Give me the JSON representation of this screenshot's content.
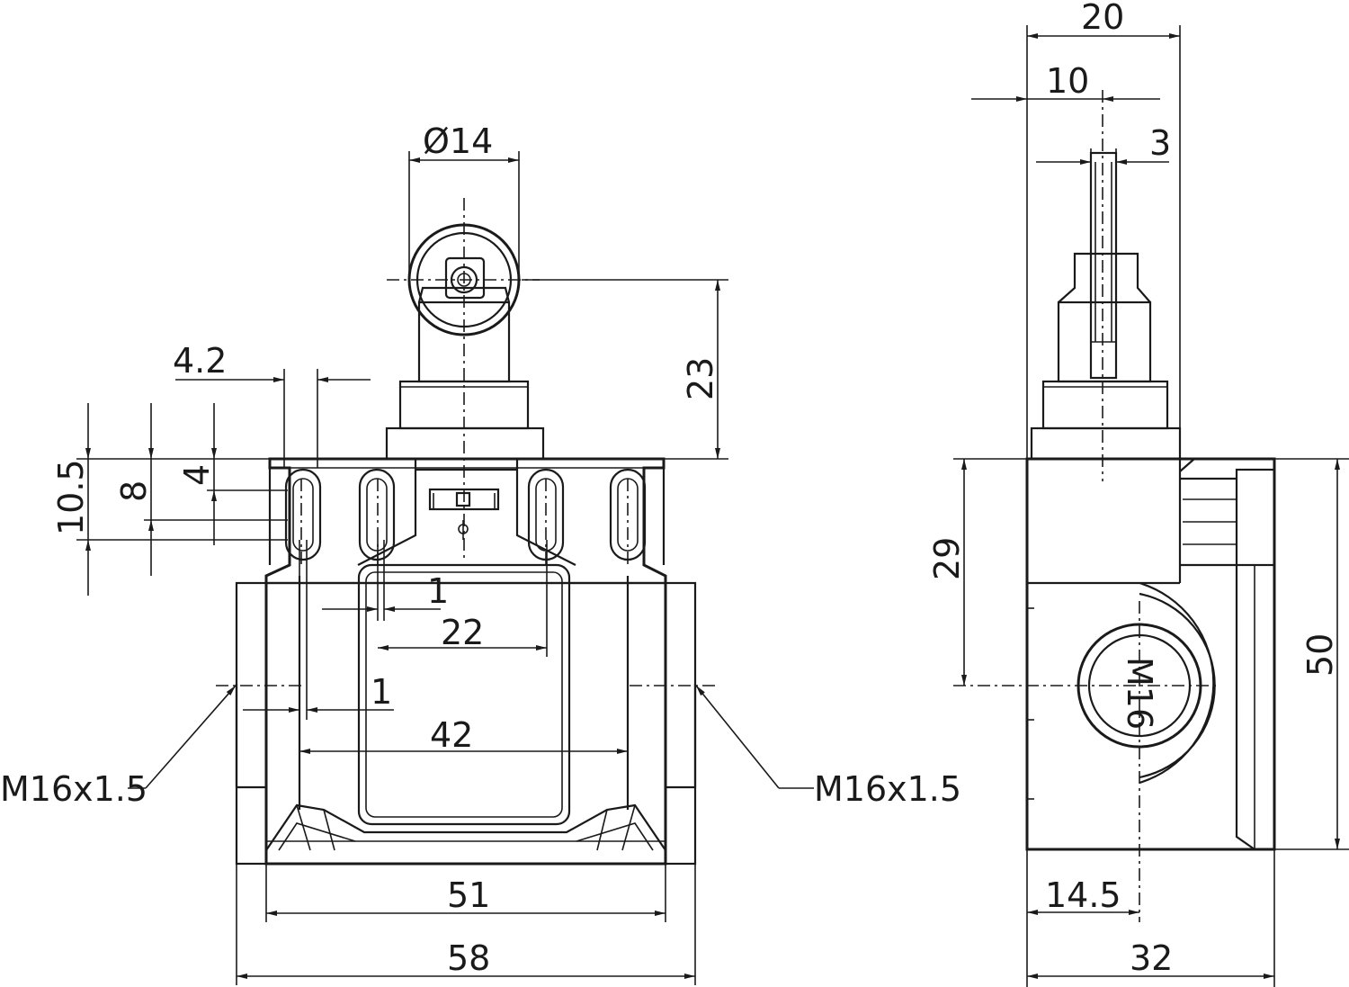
{
  "front_view": {
    "dim_roller_diameter": "Ø14",
    "dim_roller_height": "23",
    "dim_slot_width": "4.2",
    "dim_slot_total": "10.5",
    "dim_slot_mid": "8",
    "dim_slot_small": "4",
    "dim_offset_upper": "1",
    "dim_inner_width": "22",
    "dim_offset_lower": "1",
    "dim_mid_width": "42",
    "dim_body_width": "51",
    "dim_total_width": "58",
    "thread_left": "M16x1.5",
    "thread_right": "M16x1.5"
  },
  "side_view": {
    "dim_top_width": "20",
    "dim_half_width": "10",
    "dim_lever_width": "3",
    "dim_axis_height": "29",
    "dim_total_height": "50",
    "dim_axis_offset": "14.5",
    "dim_depth": "32",
    "thread_mark": "M16"
  }
}
